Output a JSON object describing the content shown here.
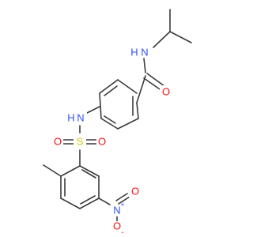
{
  "colors": {
    "background": "#ffffff",
    "bond": "#3a3a3a",
    "nitrogen": "#3050f8",
    "oxygen": "#ff0d0d",
    "sulfur": "#c8c800"
  },
  "atoms": {
    "amide_n": "N",
    "amide_h": "H",
    "amide_o": "O",
    "sulfonamide_n": "N",
    "sulfonamide_h": "H",
    "sulfur": "S",
    "sulfonyl_o_left": "O",
    "sulfonyl_o_right": "O",
    "nitro_n": "N",
    "nitro_n_charge": "+",
    "nitro_o_top": "O",
    "nitro_o_bottom": "O",
    "nitro_o_charge": "-"
  }
}
